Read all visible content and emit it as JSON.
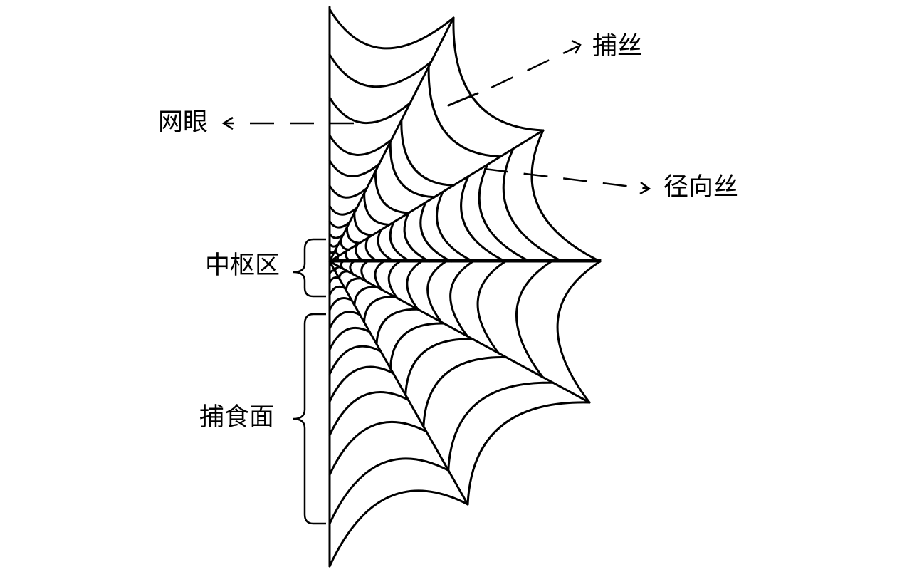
{
  "title": "Spider orb-web structure diagram",
  "labels": {
    "capture_thread": "捕丝",
    "mesh": "网眼",
    "radial_thread": "径向丝",
    "hub": "中枢区",
    "capture_area": "捕食面"
  },
  "colors": {
    "line": "#000000",
    "background": "#ffffff"
  }
}
